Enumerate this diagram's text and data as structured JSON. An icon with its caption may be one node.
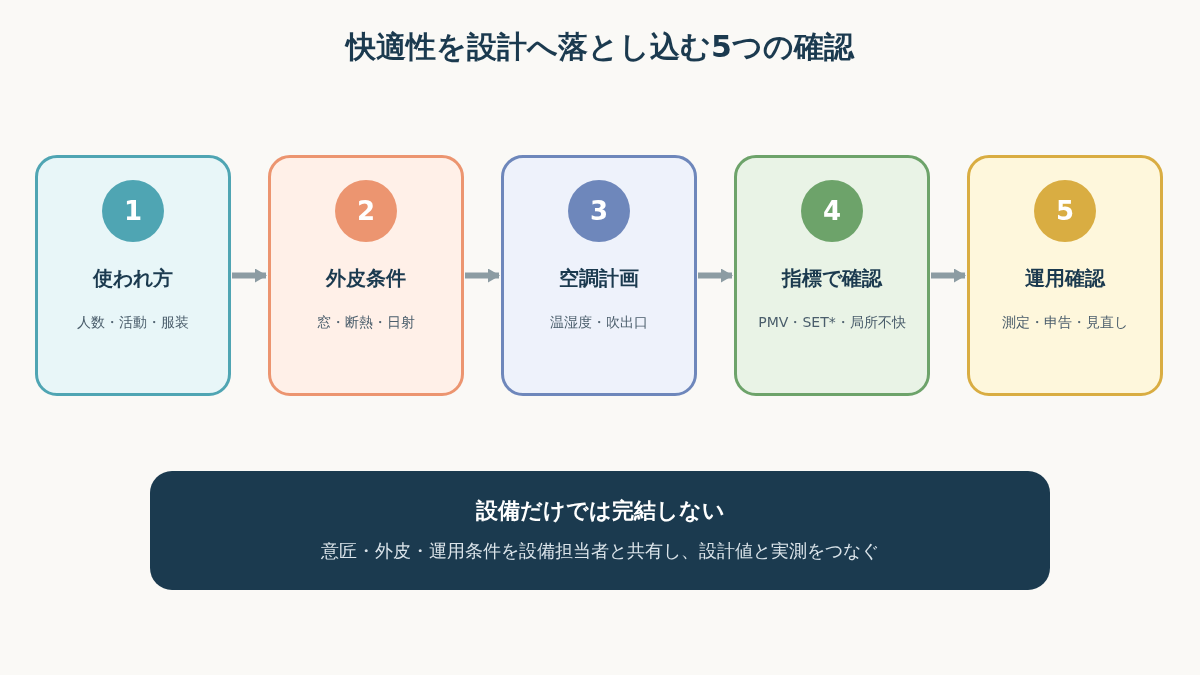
{
  "diagram": {
    "title": "快適性を設計へ落とし込む5つの確認",
    "nodes": [
      {
        "text": [
          "使われ方",
          "人数・活動・服装"
        ]
      },
      {
        "text": [
          "1"
        ],
        "in": 0
      },
      {
        "text": [
          "外皮条件",
          "窓・断熱・日射"
        ]
      },
      {
        "text": [
          "2"
        ],
        "in": 2
      },
      {
        "text": [
          "空調計画",
          "温湿度・吹出口"
        ]
      },
      {
        "text": [
          "3"
        ],
        "in": 4
      },
      {
        "text": [
          "指標で確認",
          "PMV・SET*・局所不快"
        ]
      },
      {
        "text": [
          "4"
        ],
        "in": 6
      },
      {
        "text": [
          "運用確認",
          "測定・申告・見直し"
        ]
      },
      {
        "text": [
          "5"
        ],
        "in": 8
      },
      {
        "text": [
          "設備だけでは完結しない",
          "意匠・外皮・運用条件を設備担当者と共有し、設計値と実測をつなぐ"
        ]
      }
    ],
    "edges": [
      {
        "from": 0,
        "to": 2,
        "arrow": "to"
      },
      {
        "from": 2,
        "to": 4,
        "arrow": "to"
      },
      {
        "from": 4,
        "to": 6,
        "arrow": "to"
      },
      {
        "from": 6,
        "to": 8,
        "arrow": "to"
      }
    ]
  }
}
